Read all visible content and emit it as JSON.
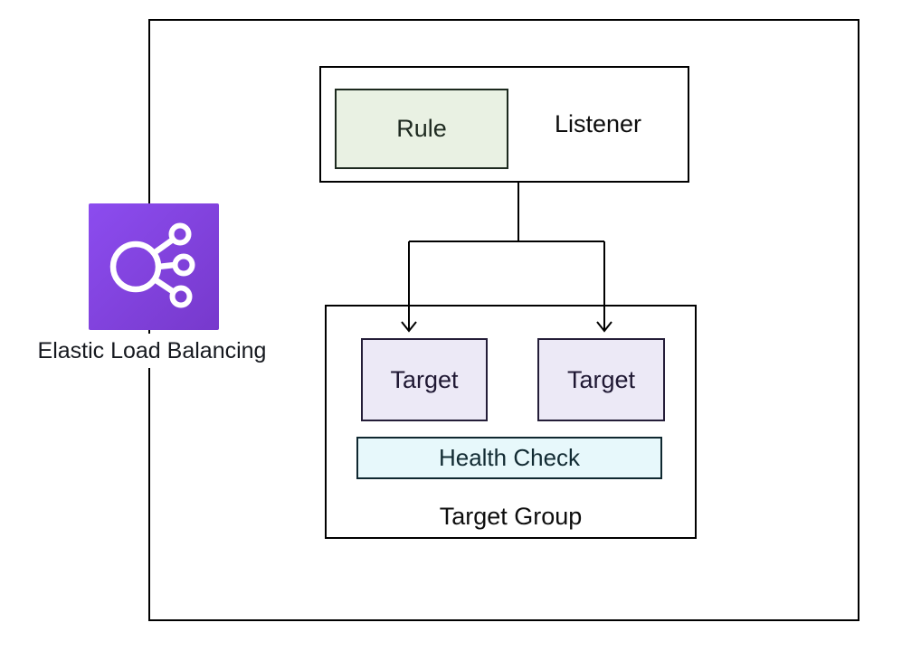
{
  "diagram": {
    "elb": {
      "label": "Elastic Load Balancing",
      "icon": "elastic-load-balancing-icon"
    },
    "listener": {
      "label": "Listener",
      "rule_label": "Rule"
    },
    "target_group": {
      "label": "Target Group",
      "targets": [
        "Target",
        "Target"
      ],
      "health_check_label": "Health Check"
    },
    "colors": {
      "rule_fill": "#E9F1E3",
      "target_fill": "#ECE9F6",
      "health_fill": "#E7F8FB",
      "icon_purple_1": "#8C4CEF",
      "icon_purple_2": "#7739CC",
      "line": "#000000"
    }
  }
}
